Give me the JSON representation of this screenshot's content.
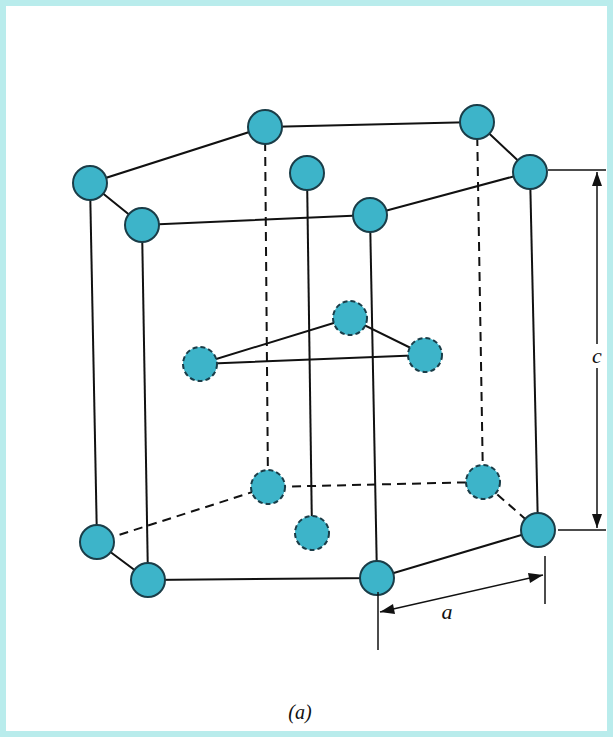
{
  "diagram": {
    "labels": [
      "c",
      "a",
      "(a)"
    ]
  }
}
